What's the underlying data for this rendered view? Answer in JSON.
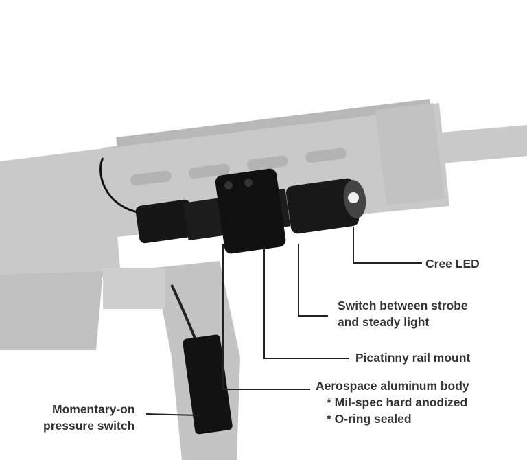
{
  "colors": {
    "rifle": "#c9c9c9",
    "rifle_dark": "#b3b3b3",
    "flashlight": "#151515",
    "label_text": "#333333",
    "leader_line": "#222222"
  },
  "callouts": {
    "cree_led": "Cree LED",
    "switch_line1": "Switch between strobe",
    "switch_line2": "and steady light",
    "rail_mount": "Picatinny rail mount",
    "body_line1": "Aerospace aluminum body",
    "body_line2": "* Mil-spec hard anodized",
    "body_line3": "* O-ring sealed",
    "pressure_line1": "Momentary-on",
    "pressure_line2": "pressure switch"
  }
}
